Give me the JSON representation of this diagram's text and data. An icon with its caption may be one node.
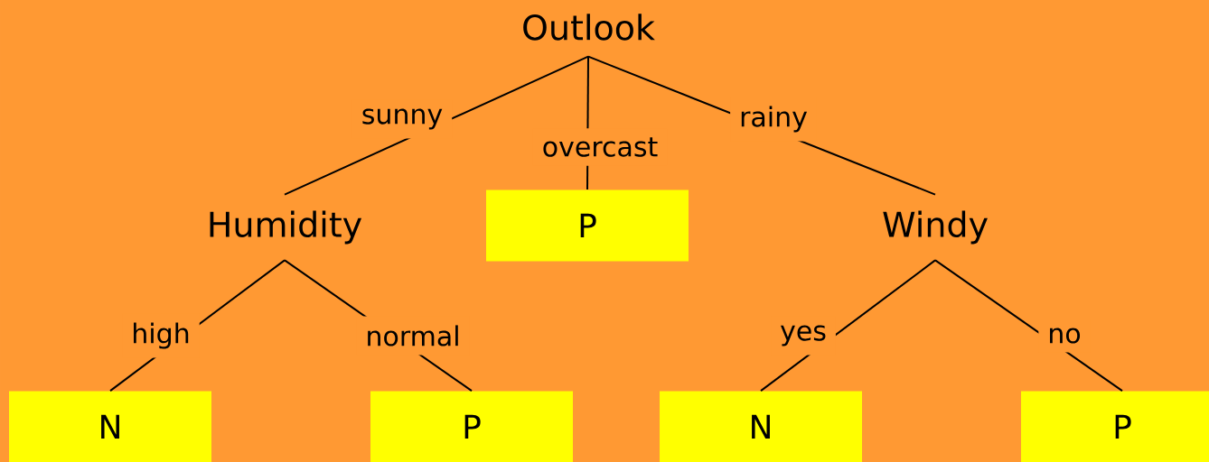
{
  "diagram": {
    "nodes": [
      {
        "text": [
          "Outlook"
        ]
      },
      {
        "text": [
          "Humidity"
        ]
      },
      {
        "text": [
          "P"
        ]
      },
      {
        "text": [
          "Windy"
        ]
      },
      {
        "text": [
          "N"
        ]
      },
      {
        "text": [
          "P"
        ]
      },
      {
        "text": [
          "N"
        ]
      },
      {
        "text": [
          "P"
        ]
      }
    ],
    "edges": [
      {
        "from": 0,
        "to": 1,
        "arrow": "none",
        "label": "sunny"
      },
      {
        "from": 0,
        "to": 2,
        "arrow": "none",
        "label": "overcast"
      },
      {
        "from": 0,
        "to": 3,
        "arrow": "none",
        "label": "rainy"
      },
      {
        "from": 1,
        "to": 4,
        "arrow": "none",
        "label": "high"
      },
      {
        "from": 1,
        "to": 5,
        "arrow": "none",
        "label": "normal"
      },
      {
        "from": 3,
        "to": 6,
        "arrow": "none",
        "label": "yes"
      },
      {
        "from": 3,
        "to": 7,
        "arrow": "none",
        "label": "no"
      }
    ]
  }
}
